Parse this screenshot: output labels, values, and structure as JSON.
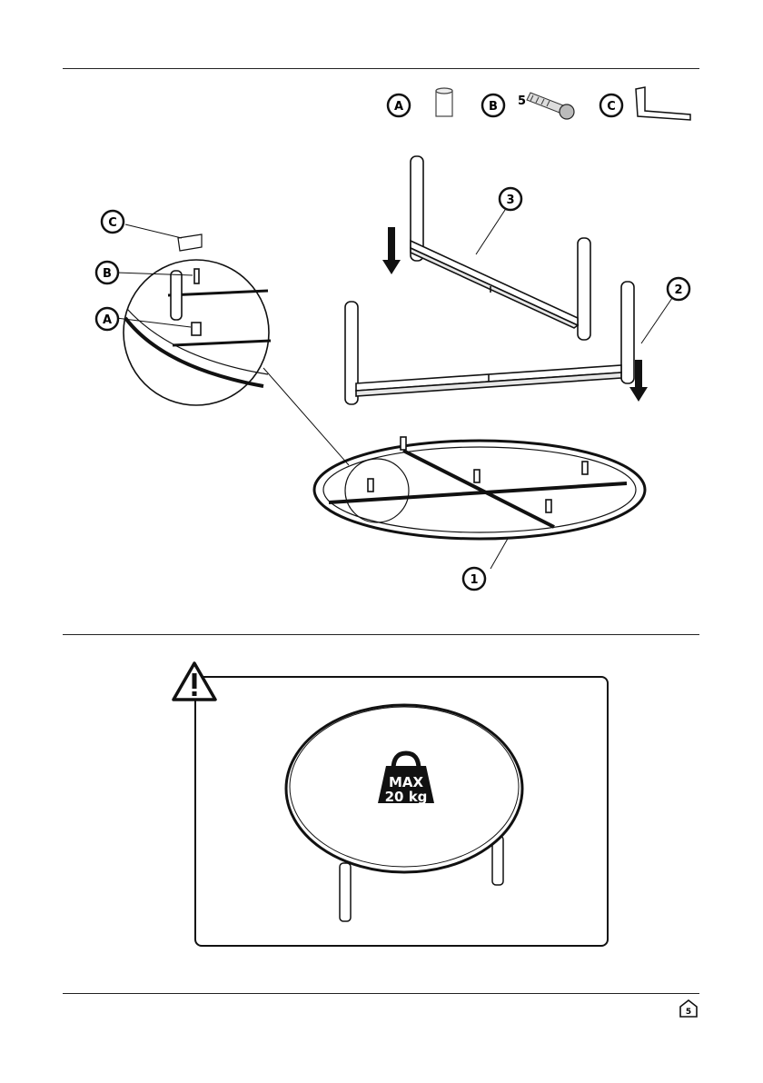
{
  "parts_legend": [
    {
      "id": "A",
      "qty": "",
      "name": "spacer"
    },
    {
      "id": "B",
      "qty": "5",
      "name": "bolt"
    },
    {
      "id": "C",
      "qty": "",
      "name": "allen-key"
    }
  ],
  "step1": {
    "callouts": {
      "frame": "1",
      "leg_pair_front": "2",
      "leg_pair_back": "3"
    },
    "detail_callouts": {
      "key": "C",
      "bolt": "B",
      "spacer": "A"
    }
  },
  "warning": {
    "icon": "warning-triangle-icon",
    "weight_label_line1": "MAX",
    "weight_label_line2": "20 kg"
  },
  "footer": {
    "icon": "house-page-icon",
    "page_number": "5"
  },
  "colors": {
    "line": "#111111",
    "bg": "#ffffff"
  }
}
